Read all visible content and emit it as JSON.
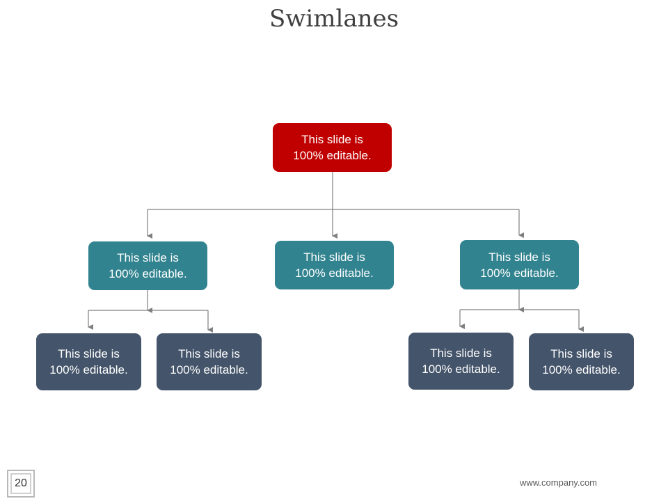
{
  "slide": {
    "title": "Swimlanes",
    "page_number": "20",
    "footer_url": "www.company.com"
  },
  "colors": {
    "root": "#C00000",
    "level2": "#31838F",
    "level3": "#44546A",
    "connector": "#7F7F7F"
  },
  "nodes": {
    "root": {
      "line1": "This slide is",
      "line2": "100% editable."
    },
    "left": {
      "line1": "This slide is",
      "line2": "100% editable."
    },
    "center": {
      "line1": "This slide is",
      "line2": "100% editable."
    },
    "right": {
      "line1": "This slide is",
      "line2": "100% editable."
    },
    "left_a": {
      "line1": "This slide is",
      "line2": "100% editable."
    },
    "left_b": {
      "line1": "This slide is",
      "line2": "100% editable."
    },
    "right_a": {
      "line1": "This slide is",
      "line2": "100% editable."
    },
    "right_b": {
      "line1": "This slide is",
      "line2": "100% editable."
    }
  }
}
